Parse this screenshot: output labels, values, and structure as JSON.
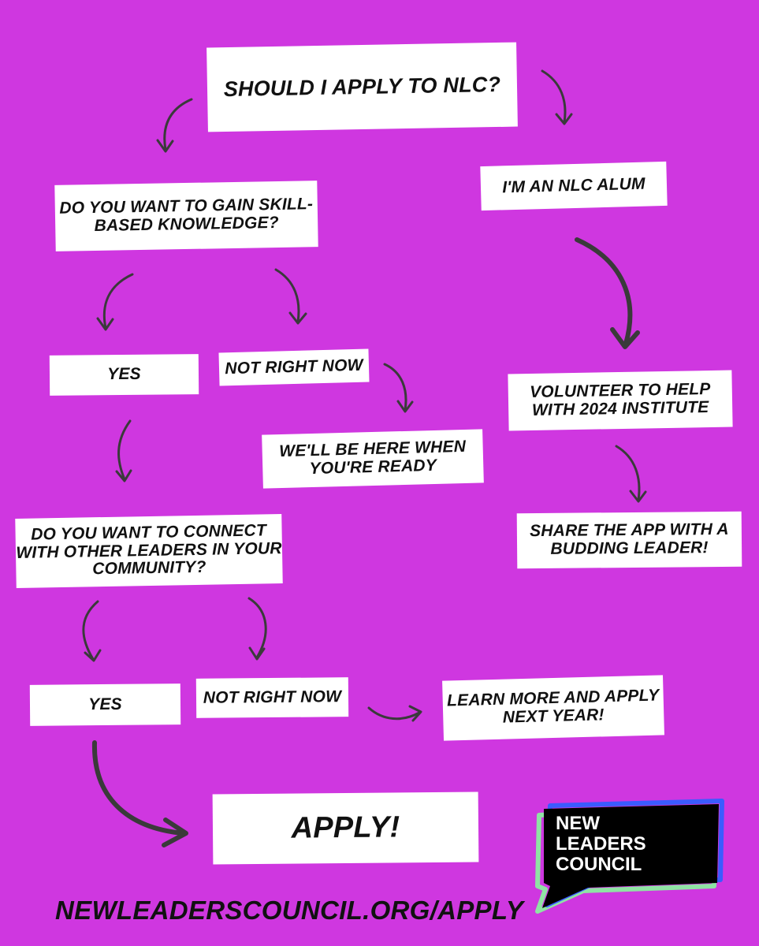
{
  "flowchart": {
    "start": "SHOULD I APPLY TO NLC?",
    "alum_branch": {
      "alum": "I'M AN NLC ALUM",
      "volunteer": "VOLUNTEER TO HELP WITH 2024 INSTITUTE",
      "share": "SHARE THE APP WITH A BUDDING LEADER!"
    },
    "skills_branch": {
      "question": "DO YOU WANT TO GAIN SKILL-BASED KNOWLEDGE?",
      "yes": "YES",
      "not_now": "NOT RIGHT NOW",
      "not_now_result": "WE'LL BE HERE WHEN YOU'RE READY"
    },
    "connect_branch": {
      "question": "DO YOU WANT TO CONNECT WITH OTHER LEADERS IN YOUR COMMUNITY?",
      "yes": "YES",
      "not_now": "NOT RIGHT NOW",
      "not_now_result": "LEARN MORE AND APPLY NEXT YEAR!"
    },
    "final": "APPLY!"
  },
  "footer": {
    "url": "NEWLEADERSCOUNCIL.ORG/APPLY"
  },
  "logo": {
    "line1": "NEW",
    "line2": "LEADERS",
    "line3": "COUNCIL",
    "colors": {
      "fill": "#000000",
      "border_blue": "#3b5bff",
      "border_green": "#8fe3a4",
      "text": "#ffffff"
    }
  },
  "colors": {
    "background": "#cf37e0",
    "box": "#ffffff",
    "text": "#111111",
    "arrow": "#3a3a3a"
  }
}
